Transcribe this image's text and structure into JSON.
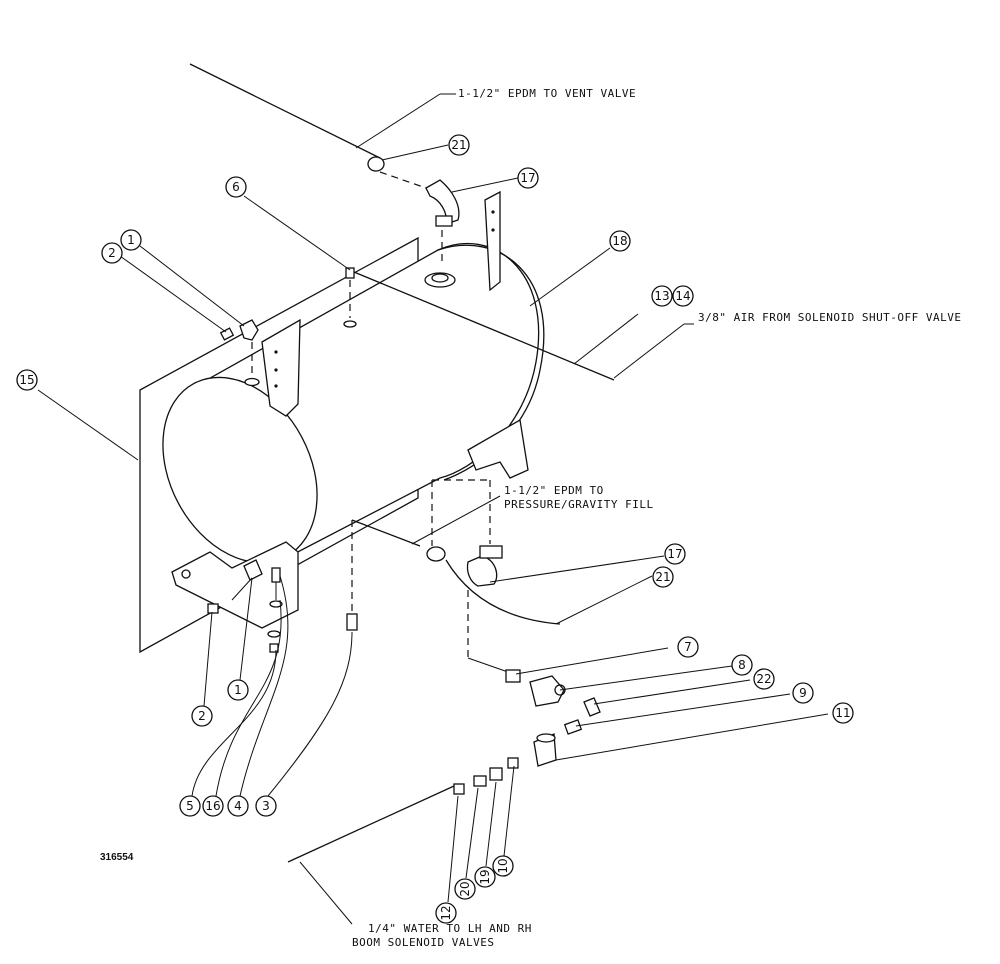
{
  "drawing": {
    "ref_number": "316554",
    "callouts": {
      "vent_hose": "1-1/2\" EPDM TO VENT VALVE",
      "air_line": "3/8\" AIR FROM SOLENOID SHUT-OFF VALVE",
      "fill_hose_line1": "1-1/2\" EPDM TO",
      "fill_hose_line2": "PRESSURE/GRAVITY FILL",
      "water_line_line1": "1/4\" WATER TO LH AND RH",
      "water_line_line2": "BOOM SOLENOID VALVES"
    },
    "balloons": {
      "b21_top": "21",
      "b17_top": "17",
      "b6": "6",
      "b18": "18",
      "b1_top": "1",
      "b2_top": "2",
      "b13": "13",
      "b14": "14",
      "b15": "15",
      "b17_mid": "17",
      "b21_mid": "21",
      "b7": "7",
      "b8": "8",
      "b22": "22",
      "b9": "9",
      "b11": "11",
      "b1_bot": "1",
      "b2_bot": "2",
      "b5": "5",
      "b16": "16",
      "b4": "4",
      "b3": "3",
      "b10": "10",
      "b19": "19",
      "b20": "20",
      "b12": "12"
    }
  }
}
